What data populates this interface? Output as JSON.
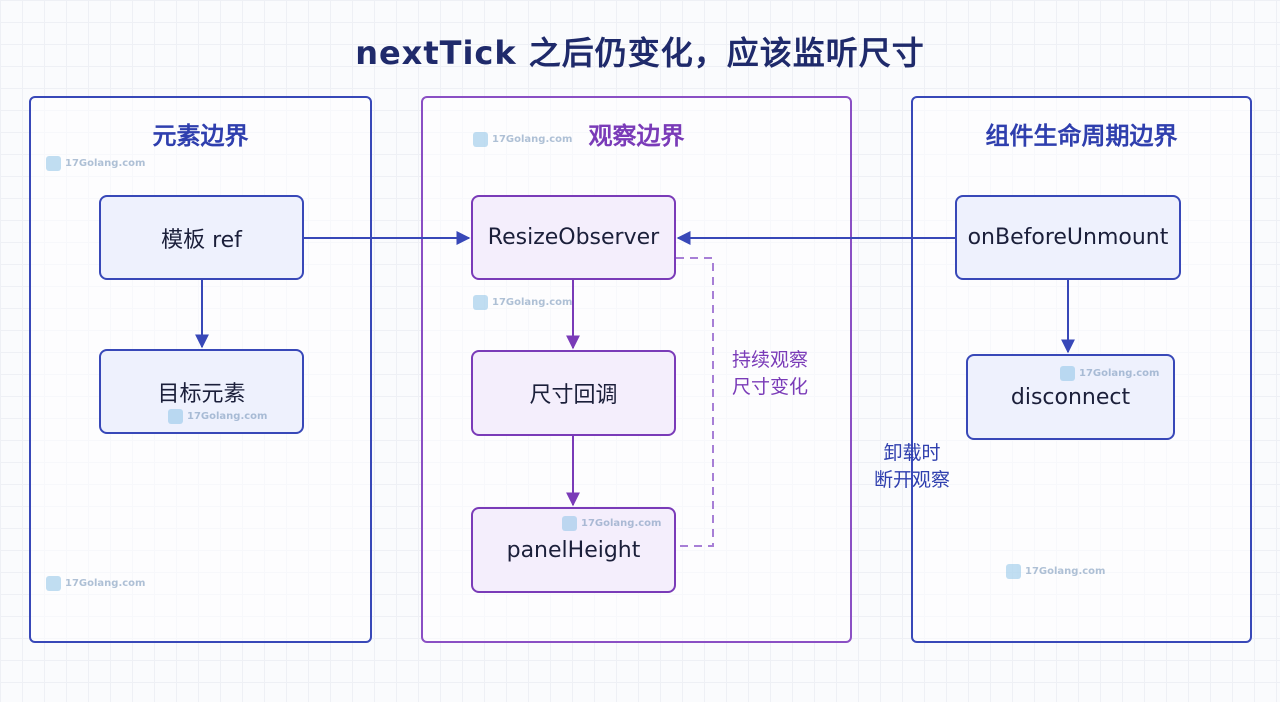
{
  "title": "nextTick 之后仍变化，应该监听尺寸",
  "panels": {
    "element": {
      "title": "元素边界"
    },
    "observe": {
      "title": "观察边界"
    },
    "lifecycle": {
      "title": "组件生命周期边界"
    }
  },
  "nodes": {
    "template_ref": "模板 ref",
    "target_element": "目标元素",
    "resize_observer": "ResizeObserver",
    "size_callback": "尺寸回调",
    "panel_height": "panelHeight",
    "on_before_unmount": "onBeforeUnmount",
    "disconnect": "disconnect"
  },
  "edge_labels": {
    "continuous_line1": "持续观察",
    "continuous_line2": "尺寸变化",
    "unmount_line1": "卸载时",
    "unmount_line2": "断开观察"
  },
  "watermark": "17Golang.com",
  "colors": {
    "blue": "#3848b8",
    "purple": "#7a3bb8",
    "title": "#1f2a6b"
  }
}
